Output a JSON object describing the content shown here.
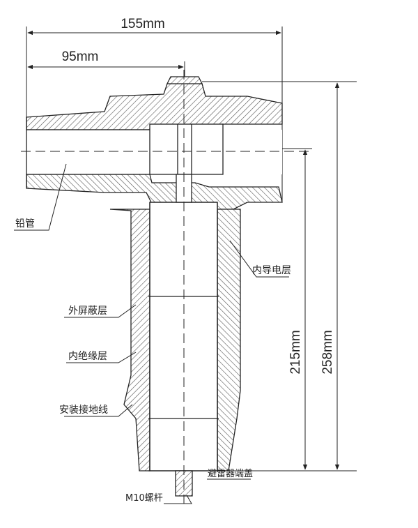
{
  "dimensions": {
    "overall_width": "155mm",
    "center_offset": "95mm",
    "body_height": "215mm",
    "total_height": "258mm"
  },
  "labels": {
    "lead_sheath": "铅管",
    "inner_conductive_layer": "内导电层",
    "outer_shield_layer": "外屏蔽层",
    "inner_insulation_layer": "内绝缘层",
    "ground_wire_mount": "安装接地线",
    "arrester_cap": "避雷器端盖",
    "m10_screw": "M10螺杆"
  }
}
